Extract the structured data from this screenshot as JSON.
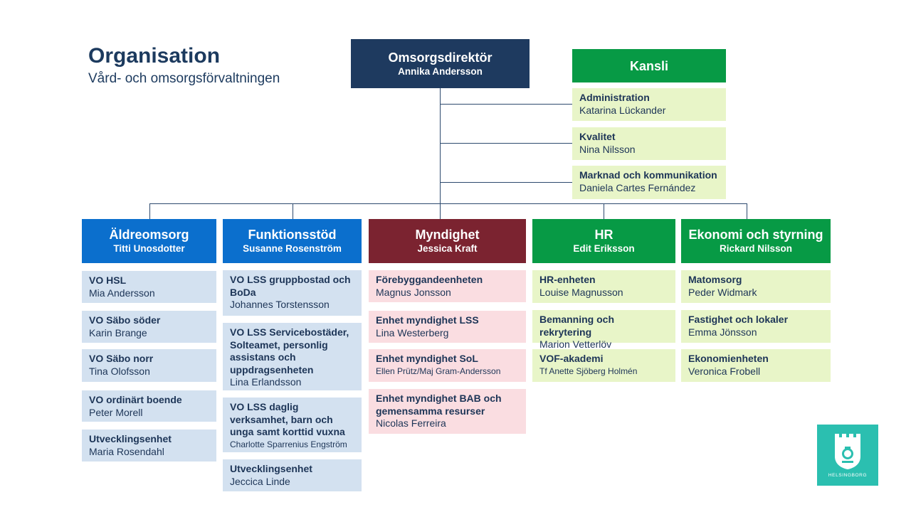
{
  "header": {
    "title": "Organisation",
    "subtitle": "Vård- och omsorgsförvaltningen"
  },
  "director": {
    "title": "Omsorgsdirektör",
    "name": "Annika Andersson"
  },
  "kansli": {
    "title": "Kansli",
    "units": [
      {
        "title": "Administration",
        "name": "Katarina Lückander"
      },
      {
        "title": "Kvalitet",
        "name": "Nina Nilsson"
      },
      {
        "title": "Marknad och  kommunikation",
        "name": "Daniela Cartes Fernández"
      }
    ]
  },
  "departments": [
    {
      "title": "Äldreomsorg",
      "name": "Titti Unosdotter",
      "units": [
        {
          "title": "VO HSL",
          "name": "Mia Andersson"
        },
        {
          "title": "VO Säbo söder",
          "name": "Karin Brange"
        },
        {
          "title": "VO Säbo norr",
          "name": "Tina Olofsson"
        },
        {
          "title": "VO ordinärt boende",
          "name": "Peter Morell"
        },
        {
          "title": "Utvecklingsenhet",
          "name": "Maria Rosendahl"
        }
      ]
    },
    {
      "title": "Funktionsstöd",
      "name": "Susanne Rosenström",
      "units": [
        {
          "title": "VO LSS gruppbostad och BoDa",
          "name": "Johannes Torstensson"
        },
        {
          "title": "VO LSS Servicebostäder, Solteamet, personlig assistans och uppdragsenheten",
          "name": "Lina Erlandsson"
        },
        {
          "title": "VO LSS daglig verksamhet, barn och unga samt korttid vuxna",
          "name": "Charlotte Sparrenius Engström"
        },
        {
          "title": "Utvecklingsenhet",
          "name": "Jeccica Linde"
        }
      ]
    },
    {
      "title": "Myndighet",
      "name": "Jessica Kraft",
      "units": [
        {
          "title": "Förebyggandeenheten",
          "name": "Magnus Jonsson"
        },
        {
          "title": "Enhet myndighet LSS",
          "name": "Lina Westerberg"
        },
        {
          "title": "Enhet myndighet SoL",
          "name": "Ellen Prütz/Maj Gram-Andersson"
        },
        {
          "title": "Enhet myndighet BAB och gemensamma resurser",
          "name": "Nicolas Ferreira"
        }
      ]
    },
    {
      "title": "HR",
      "name": "Edit Eriksson",
      "units": [
        {
          "title": "HR-enheten",
          "name": "Louise Magnusson"
        },
        {
          "title": "Bemanning och rekrytering",
          "name": "Marion Vetterlöv"
        },
        {
          "title": "VOF-akademi",
          "name": "Tf Anette Sjöberg Holmén"
        }
      ]
    },
    {
      "title": "Ekonomi och styrning",
      "name": "Rickard Nilsson",
      "units": [
        {
          "title": "Matomsorg",
          "name": "Peder Widmark"
        },
        {
          "title": "Fastighet och lokaler",
          "name": "Emma Jönsson"
        },
        {
          "title": "Ekonomienheten",
          "name": "Veronica Frobell"
        }
      ]
    }
  ],
  "logo": {
    "text": "HELSINGBORG",
    "icon": "helsingborg-castle-logo-icon"
  },
  "colors": {
    "navy": "#1e3a5f",
    "blue": "#0b6fcd",
    "red": "#7b2330",
    "green": "#079a45",
    "blue_light": "#d3e1f0",
    "red_light": "#fadde1",
    "green_light": "#e8f5c8",
    "teal": "#2bbfb0"
  }
}
